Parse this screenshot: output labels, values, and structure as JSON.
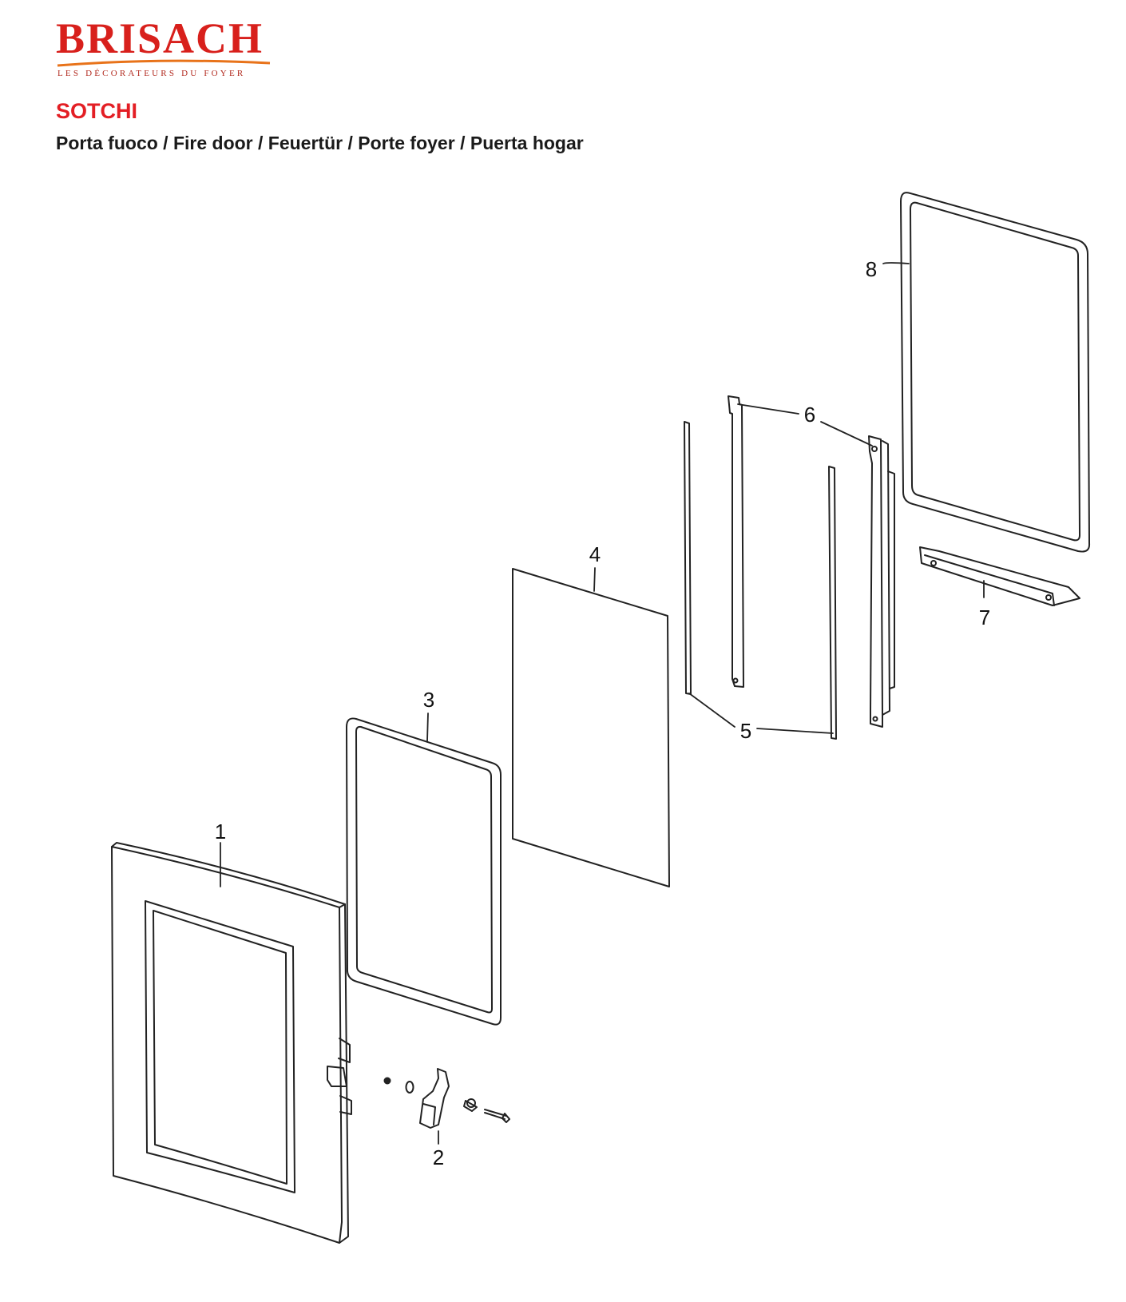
{
  "brand": {
    "name": "BRISACH",
    "tagline": "LES DÉCORATEURS DU FOYER",
    "brand_color": "#d8201c"
  },
  "title": "SOTCHI",
  "subtitle": "Porta fuoco / Fire door / Feuertür / Porte foyer / Puerta hogar",
  "title_color": "#e31e24",
  "parts": [
    {
      "number": "1"
    },
    {
      "number": "2"
    },
    {
      "number": "3"
    },
    {
      "number": "4"
    },
    {
      "number": "5"
    },
    {
      "number": "6"
    },
    {
      "number": "7"
    },
    {
      "number": "8"
    }
  ]
}
